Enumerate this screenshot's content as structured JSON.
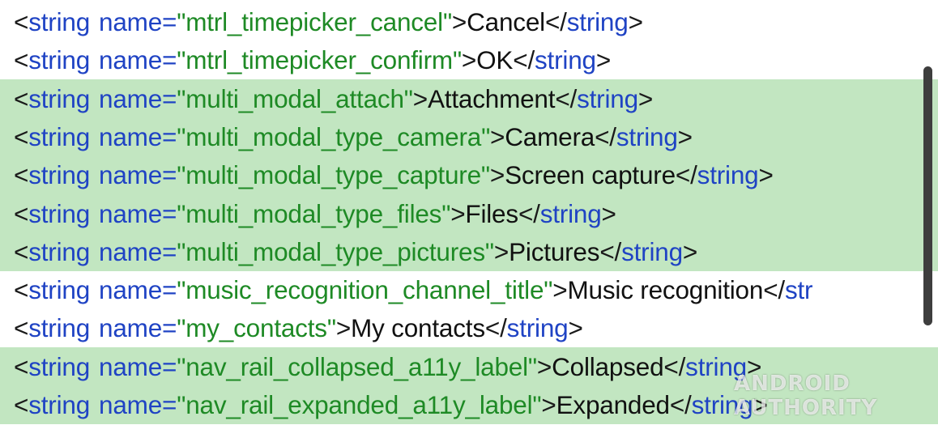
{
  "editor": {
    "lines": [
      {
        "tag": "string",
        "name": "mtrl_timepicker_cancel",
        "text": "Cancel",
        "close_tag": "string",
        "highlighted": false
      },
      {
        "tag": "string",
        "name": "mtrl_timepicker_confirm",
        "text": "OK",
        "close_tag": "string",
        "highlighted": false
      },
      {
        "tag": "string",
        "name": "multi_modal_attach",
        "text": "Attachment",
        "close_tag": "string",
        "highlighted": true
      },
      {
        "tag": "string",
        "name": "multi_modal_type_camera",
        "text": "Camera",
        "close_tag": "string",
        "highlighted": true
      },
      {
        "tag": "string",
        "name": "multi_modal_type_capture",
        "text": "Screen capture",
        "close_tag": "string",
        "highlighted": true
      },
      {
        "tag": "string",
        "name": "multi_modal_type_files",
        "text": "Files",
        "close_tag": "string",
        "highlighted": true
      },
      {
        "tag": "string",
        "name": "multi_modal_type_pictures",
        "text": "Pictures",
        "close_tag": "string",
        "highlighted": true
      },
      {
        "tag": "string",
        "name": "music_recognition_channel_title",
        "text": "Music recognition",
        "close_tag": "str",
        "highlighted": false
      },
      {
        "tag": "string",
        "name": "my_contacts",
        "text": "My contacts",
        "close_tag": "string",
        "highlighted": false
      },
      {
        "tag": "string",
        "name": "nav_rail_collapsed_a11y_label",
        "text": "Collapsed",
        "close_tag": "string",
        "highlighted": true
      },
      {
        "tag": "string",
        "name": "nav_rail_expanded_a11y_label",
        "text": "Expanded",
        "close_tag": "string",
        "highlighted": true
      }
    ]
  },
  "syntax_colors": {
    "tag": "#1f43c4",
    "attribute": "#1f43c4",
    "value": "#1e8a25",
    "text": "#111111",
    "highlight": "#c2e6c1"
  },
  "watermark": {
    "text": "ANDROID AUTHORITY"
  }
}
